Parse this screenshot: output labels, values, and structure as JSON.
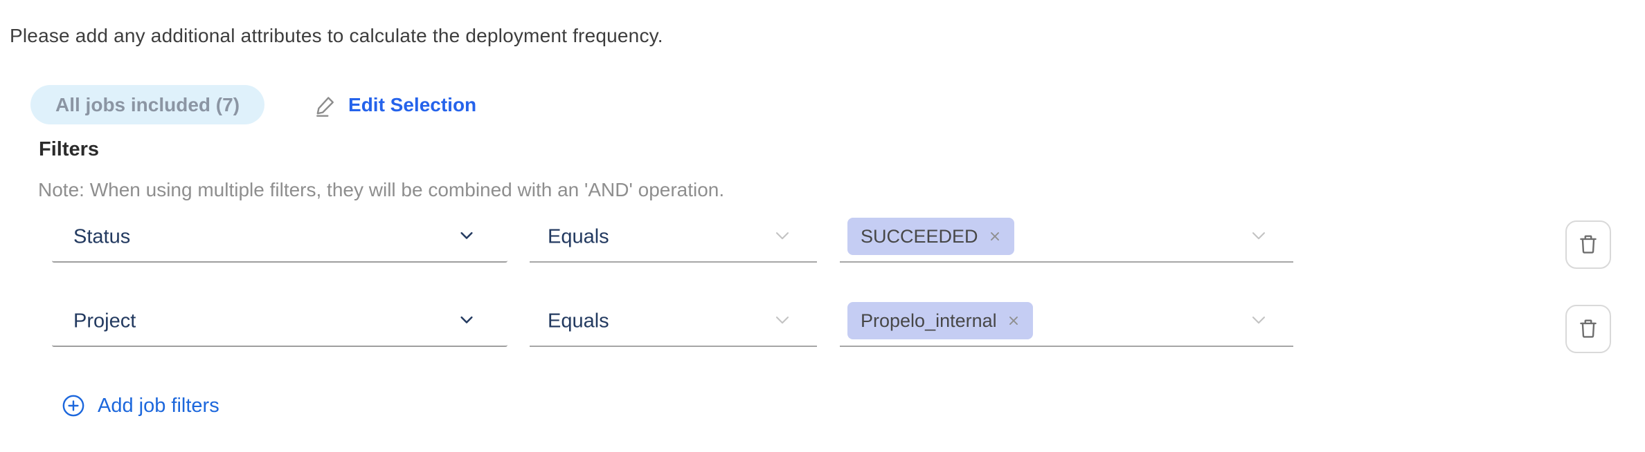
{
  "intro": "Please add any additional attributes to calculate the deployment frequency.",
  "jobs": {
    "badge_label": "All jobs included (7)",
    "edit_label": "Edit Selection"
  },
  "filters": {
    "heading": "Filters",
    "note": "Note: When using multiple filters, they will be combined with an 'AND' operation.",
    "rows": [
      {
        "attribute": "Status",
        "operator": "Equals",
        "value": "SUCCEEDED"
      },
      {
        "attribute": "Project",
        "operator": "Equals",
        "value": "Propelo_internal"
      }
    ],
    "add_label": "Add job filters"
  },
  "icons": {
    "edit": "pencil-line-icon",
    "attribute_dropdown": "chevron-down-icon",
    "operator_dropdown": "chevron-down-icon",
    "values_dropdown": "chevron-down-icon",
    "remove_value": "x-close-icon",
    "delete_row": "trash-icon",
    "add_filter": "plus-circle-icon"
  },
  "colors": {
    "badge_bg": "#dff1fb",
    "badge_text": "#8b95a3",
    "edit_link_blue": "#2563eb",
    "add_link_blue": "#1c67dc",
    "select_text_navy": "#233a60",
    "tag_bg": "#c5cdf3",
    "tag_text": "#474747",
    "underline_gray": "#a6a6a6",
    "note_gray": "#8e8e8e",
    "intro_text": "#3d3d3d"
  }
}
